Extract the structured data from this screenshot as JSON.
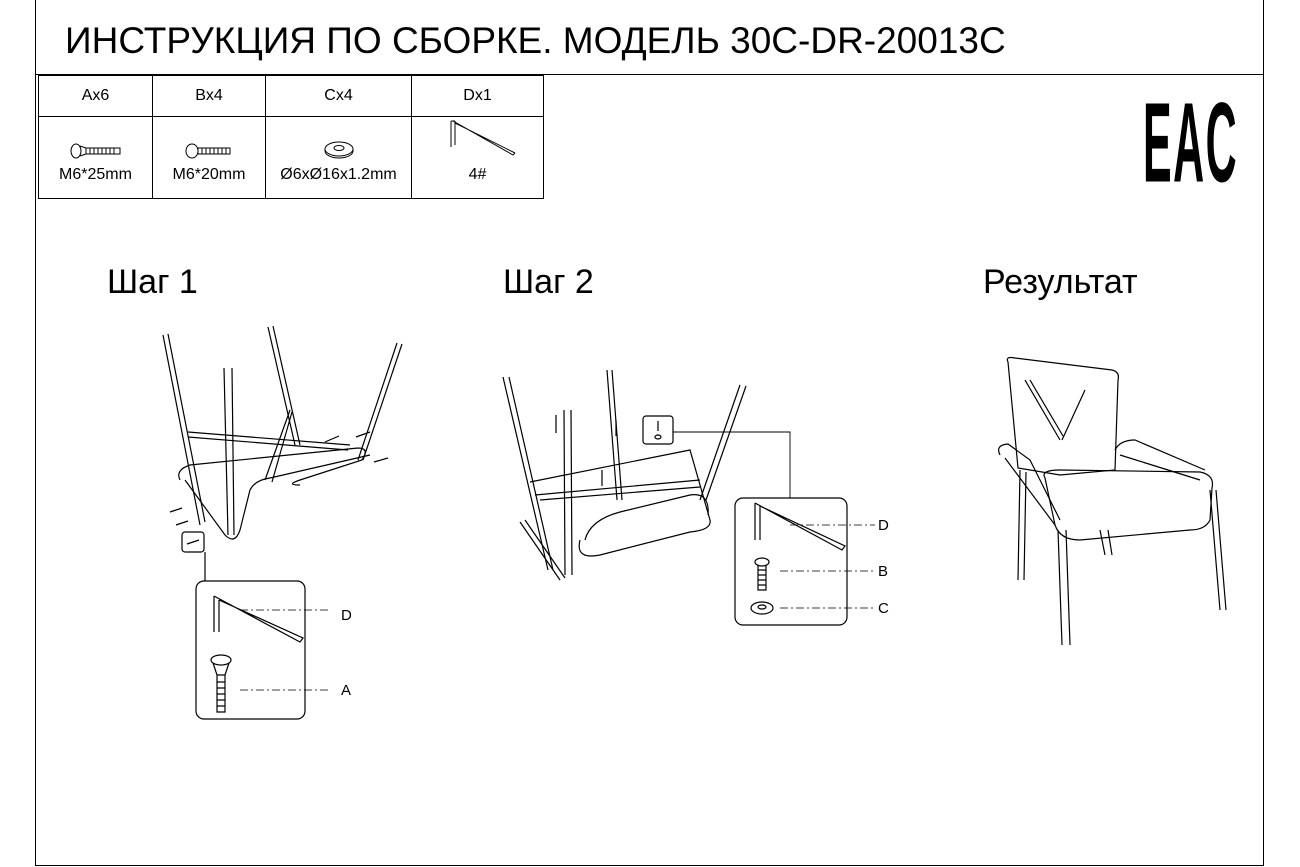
{
  "title": "ИНСТРУКЦИЯ ПО СБОРКЕ. МОДЕЛЬ 30C-DR-20013C",
  "certification_mark": "EAC",
  "parts": [
    {
      "label": "Ax6",
      "size": "M6*25mm",
      "icon": "countersunk-bolt-icon"
    },
    {
      "label": "Bx4",
      "size": "M6*20mm",
      "icon": "button-head-bolt-icon"
    },
    {
      "label": "Cx4",
      "size": "Ø6xØ16x1.2mm",
      "icon": "washer-icon"
    },
    {
      "label": "Dx1",
      "size": "4#",
      "icon": "hex-key-icon"
    }
  ],
  "steps": {
    "step1": {
      "title": "Шаг 1",
      "callouts": [
        "D",
        "A"
      ]
    },
    "step2": {
      "title": "Шаг 2",
      "callouts": [
        "D",
        "B",
        "C"
      ]
    },
    "result": {
      "title": "Результат"
    }
  }
}
